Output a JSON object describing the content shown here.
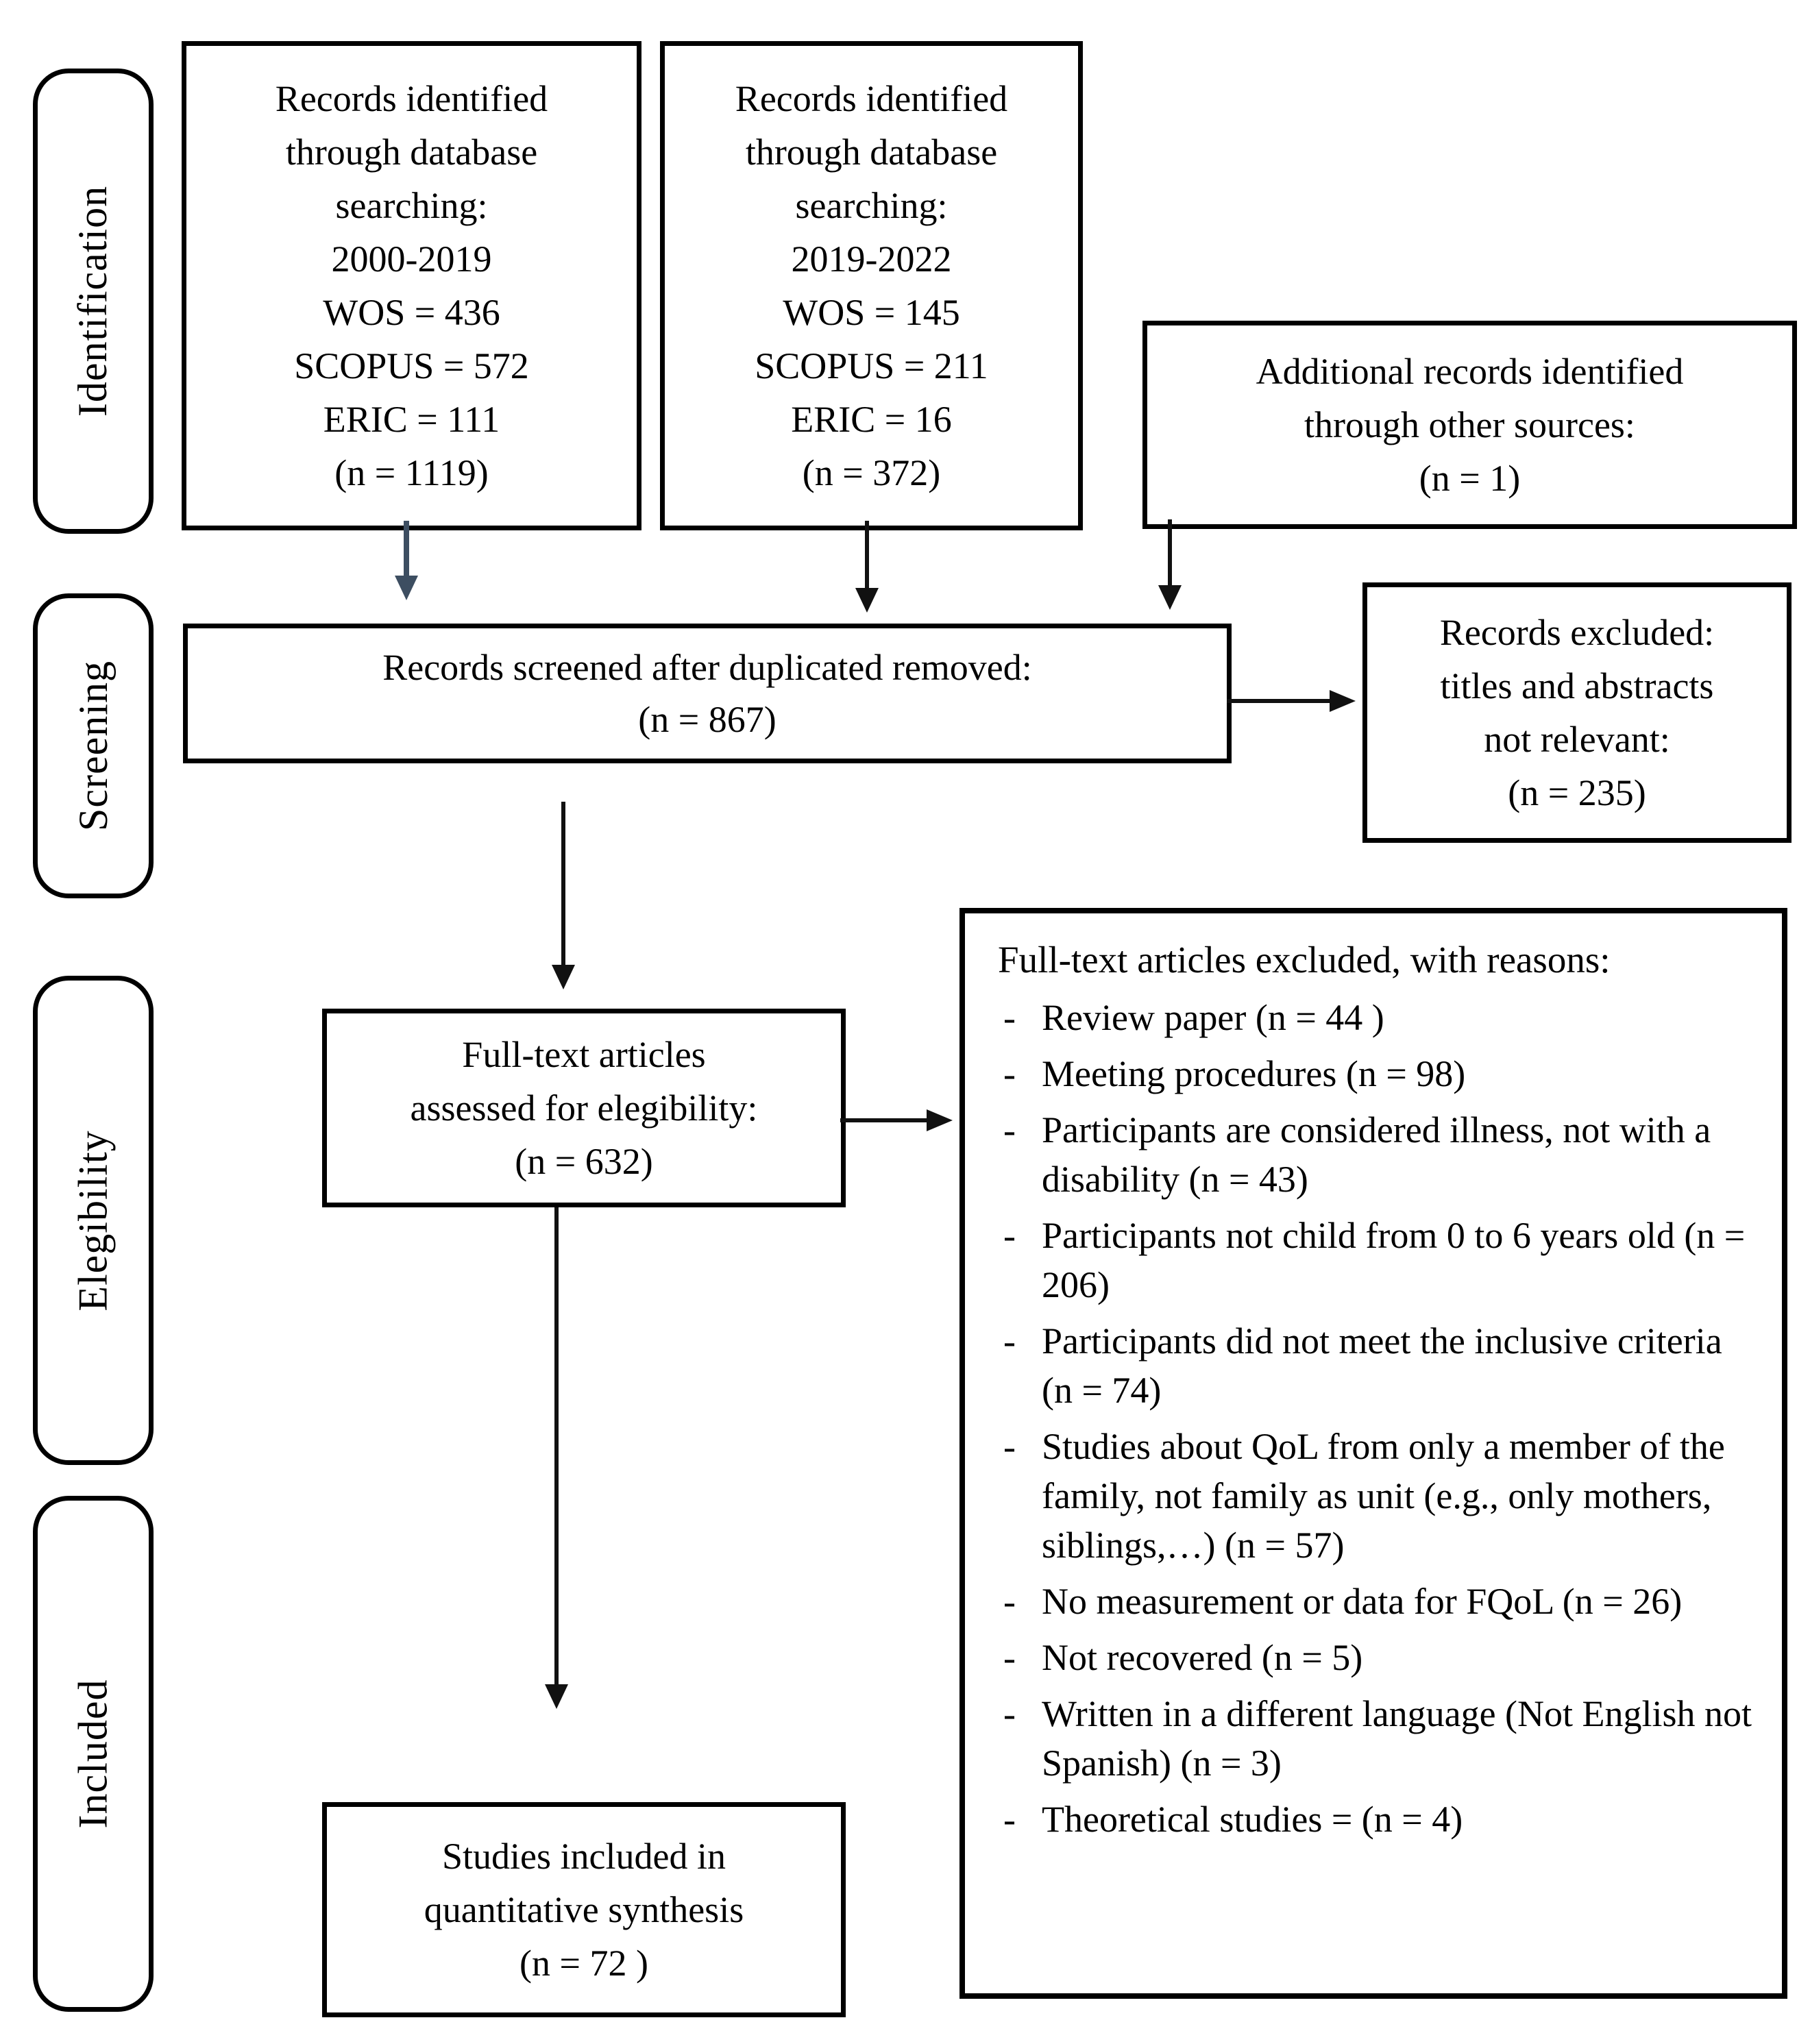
{
  "diagram": {
    "colors": {
      "accent_arrow": "#3d4e61",
      "line": "#111111"
    },
    "stages": [
      {
        "label": "Identification"
      },
      {
        "label": "Screening"
      },
      {
        "label": "Elegibility"
      },
      {
        "label": "Included"
      }
    ],
    "boxes": {
      "db1": {
        "lines": [
          "Records identified",
          "through database",
          "searching:",
          "2000-2019",
          "WOS = 436",
          "SCOPUS = 572",
          "ERIC = 111",
          "(n = 1119)"
        ]
      },
      "db2": {
        "lines": [
          "Records identified",
          "through database",
          "searching:",
          "2019-2022",
          "WOS = 145",
          "SCOPUS = 211",
          "ERIC = 16",
          "(n = 372)"
        ]
      },
      "other_sources": {
        "lines": [
          "Additional records identified",
          "through other sources:",
          "(n = 1)"
        ]
      },
      "screened": {
        "lines": [
          "Records screened after duplicated removed:",
          "(n = 867)"
        ]
      },
      "records_excluded": {
        "lines": [
          "Records excluded:",
          "titles and abstracts",
          "not relevant:",
          "(n = 235)"
        ]
      },
      "assessed": {
        "lines": [
          "Full-text articles",
          "assessed for elegibility:",
          "(n = 632)"
        ]
      },
      "included_studies": {
        "lines": [
          "Studies included in",
          "quantitative synthesis",
          "(n = 72 )"
        ]
      },
      "reasons": {
        "title": "Full-text articles excluded, with reasons:",
        "bullet": "-",
        "items": [
          "Review paper (n = 44 )",
          "Meeting procedures (n = 98)",
          "Participants are considered illness, not with a disability (n = 43)",
          "Participants not child from 0 to 6 years old (n = 206)",
          "Participants did not meet the inclusive criteria (n = 74)",
          "Studies about QoL from only a member of the family, not family as unit (e.g., only mothers, siblings,…) (n = 57)",
          "No measurement or data for FQoL (n = 26)",
          "Not recovered (n = 5)",
          "Written in a different language (Not English not Spanish) (n = 3)",
          "Theoretical studies = (n = 4)"
        ]
      }
    }
  }
}
